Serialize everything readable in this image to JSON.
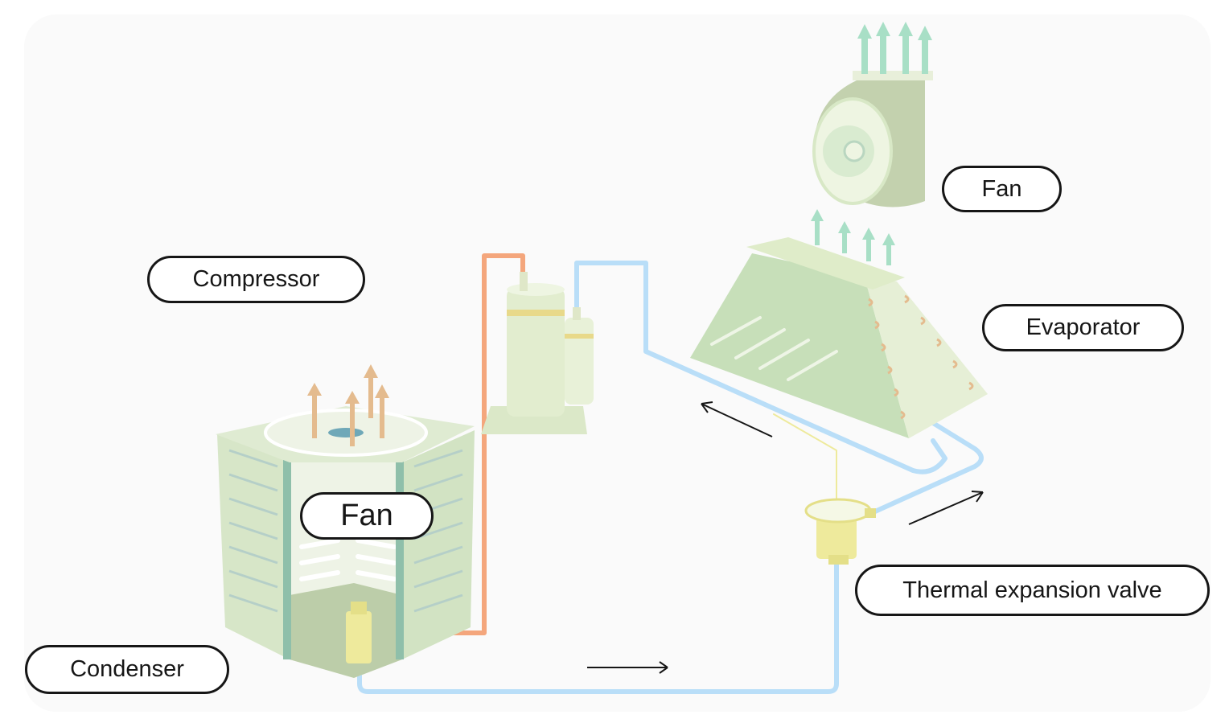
{
  "labels": {
    "compressor": "Compressor",
    "fan_top": "Fan",
    "evaporator": "Evaporator",
    "valve": "Thermal expansion valve",
    "condenser": "Condenser",
    "fan_condenser": "Fan"
  },
  "colors": {
    "hot_pipe": "#f4a67c",
    "cold_pipe": "#b9def8",
    "unit_green": "#d5e5c4",
    "hot_air_arrow": "#e4bb8e",
    "cold_air_arrow": "#a8dfc6",
    "valve_yellow": "#eeea9c"
  }
}
